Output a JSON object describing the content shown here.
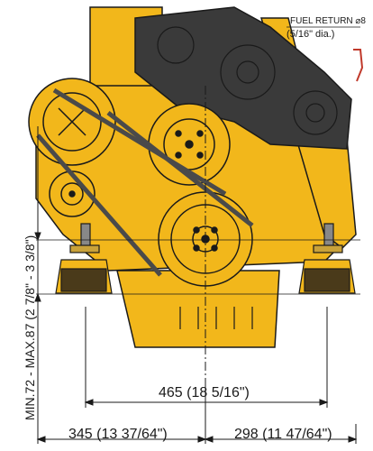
{
  "labels": {
    "fuel_return_line1": "FUEL RETURN ⌀8",
    "fuel_return_line2": "(5/16\" dia.)",
    "height_dim": "MIN.72 - MAX.87 (2 7/8\" - 3 3/8\")",
    "width_dim": "465 (18 5/16\")",
    "left_dim": "345 (13 37/64\")",
    "right_dim": "298 (11 47/64\")"
  },
  "colors": {
    "engine_yellow": "#f2b71b",
    "engine_dark": "#3a3a3a",
    "line": "#1a1a1a",
    "mount_dark": "#4a3a1a"
  }
}
